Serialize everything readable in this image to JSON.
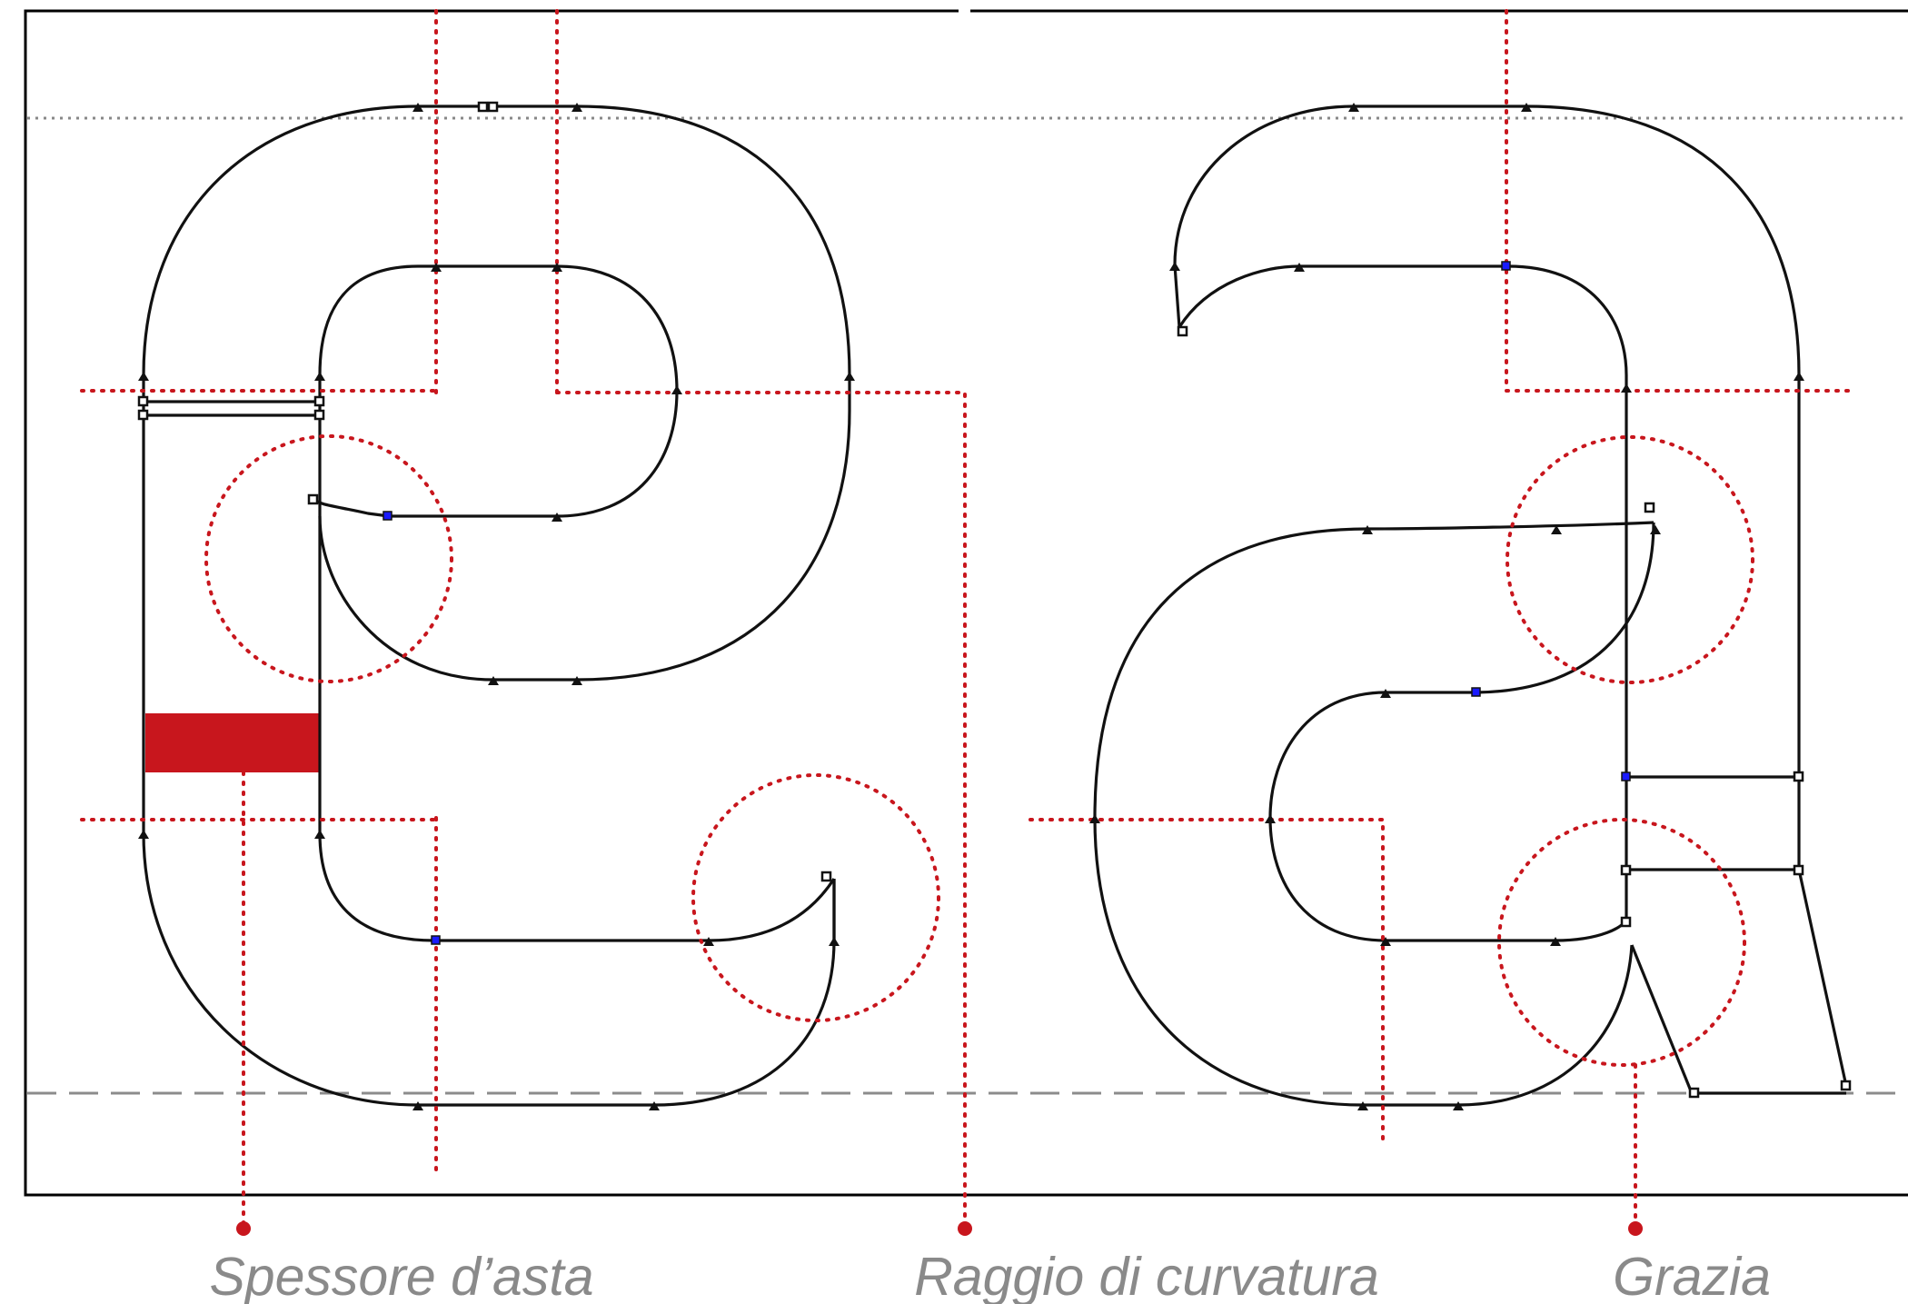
{
  "captions": {
    "stem_thickness": "Spessore d’asta",
    "curve_radius": "Raggio di curvatura",
    "serif": "Grazia"
  },
  "colors": {
    "guide": "#c8161d",
    "outline": "#111111",
    "frame": "#000000",
    "selected_node": "#1a1aff",
    "caption": "#8a8a8a",
    "baseline": "#8c8c8c"
  },
  "glyphs": [
    {
      "name": "e",
      "description_icon": "glyph-e-outline"
    },
    {
      "name": "a",
      "description_icon": "glyph-a-outline"
    }
  ]
}
